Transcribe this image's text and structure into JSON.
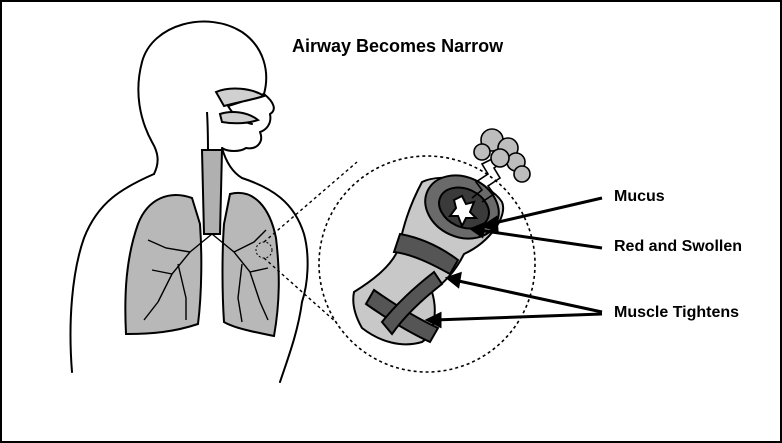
{
  "diagram": {
    "title": "Airway Becomes Narrow",
    "labels": {
      "mucus": "Mucus",
      "red_and_swollen": "Red and Swollen",
      "muscle_tightens": "Muscle Tightens"
    },
    "colors": {
      "line": "#000000",
      "lung_fill": "#b8b8b8",
      "airway_fill": "#c8c8c8",
      "muscle_band": "#555555",
      "inner_wall": "#6a6a6a",
      "background": "#ffffff"
    }
  }
}
